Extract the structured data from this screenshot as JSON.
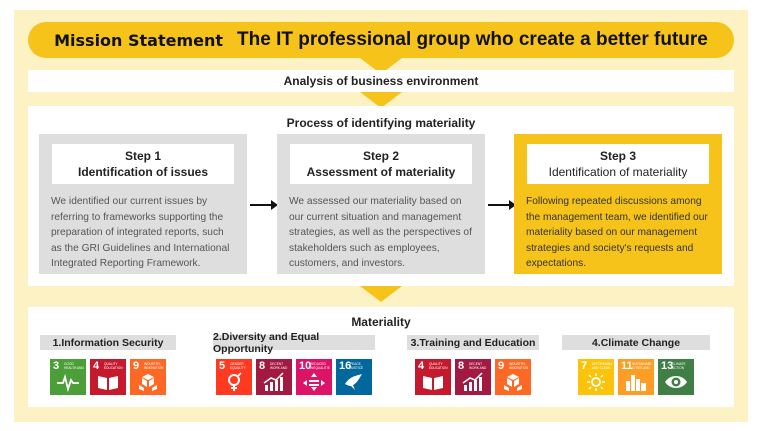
{
  "mission": {
    "label": "Mission Statement",
    "text": "The IT professional group who create a better future"
  },
  "analysis": {
    "title": "Analysis of business environment"
  },
  "process": {
    "title": "Process of identifying materiality",
    "steps": [
      {
        "label": "Step 1",
        "title": "Identification of issues",
        "desc": "We identified our current issues by referring to frameworks supporting the preparation of integrated reports, such as the GRI Guidelines and International Integrated Reporting Framework."
      },
      {
        "label": "Step 2",
        "title": "Assessment of materiality",
        "desc": "We assessed our materiality based on our current situation and management strategies, as well as the perspectives of stakeholders such as employees, customers, and investors."
      },
      {
        "label": "Step 3",
        "title": "Identification of materiality",
        "desc": "Following repeated discussions among the management team, we identified our materiality based on our management strategies and society's requests and expectations."
      }
    ]
  },
  "materiality": {
    "title": "Materiality",
    "groups": [
      {
        "label": "1.Information Security",
        "sdgs": [
          {
            "num": "3",
            "text": "Good health and well-being",
            "color": "#4c9f38",
            "icon": "heartbeat-icon"
          },
          {
            "num": "4",
            "text": "Quality education",
            "color": "#c5192d",
            "icon": "book-icon"
          },
          {
            "num": "9",
            "text": "Industry, innovation and infrastructure",
            "color": "#fd6925",
            "icon": "cubes-icon"
          }
        ]
      },
      {
        "label": "2.Diversity and Equal Opportunity",
        "sdgs": [
          {
            "num": "5",
            "text": "Gender equality",
            "color": "#ff3a21",
            "icon": "gender-icon"
          },
          {
            "num": "8",
            "text": "Decent work and economic growth",
            "color": "#a21942",
            "icon": "growth-chart-icon"
          },
          {
            "num": "10",
            "text": "Reduced inequalities",
            "color": "#dd1367",
            "icon": "equality-icon"
          },
          {
            "num": "16",
            "text": "Peace, justice and strong institutions",
            "color": "#00689d",
            "icon": "dove-icon"
          }
        ]
      },
      {
        "label": "3.Training and Education",
        "sdgs": [
          {
            "num": "4",
            "text": "Quality education",
            "color": "#c5192d",
            "icon": "book-icon"
          },
          {
            "num": "8",
            "text": "Decent work and economic growth",
            "color": "#a21942",
            "icon": "growth-chart-icon"
          },
          {
            "num": "9",
            "text": "Industry, innovation and infrastructure",
            "color": "#fd6925",
            "icon": "cubes-icon"
          }
        ]
      },
      {
        "label": "4.Climate Change",
        "sdgs": [
          {
            "num": "7",
            "text": "Affordable and clean energy",
            "color": "#fcc30b",
            "icon": "sun-icon"
          },
          {
            "num": "11",
            "text": "Sustainable cities and communities",
            "color": "#fd9d24",
            "icon": "city-icon"
          },
          {
            "num": "13",
            "text": "Climate action",
            "color": "#3f7e44",
            "icon": "eye-earth-icon"
          }
        ]
      }
    ]
  }
}
